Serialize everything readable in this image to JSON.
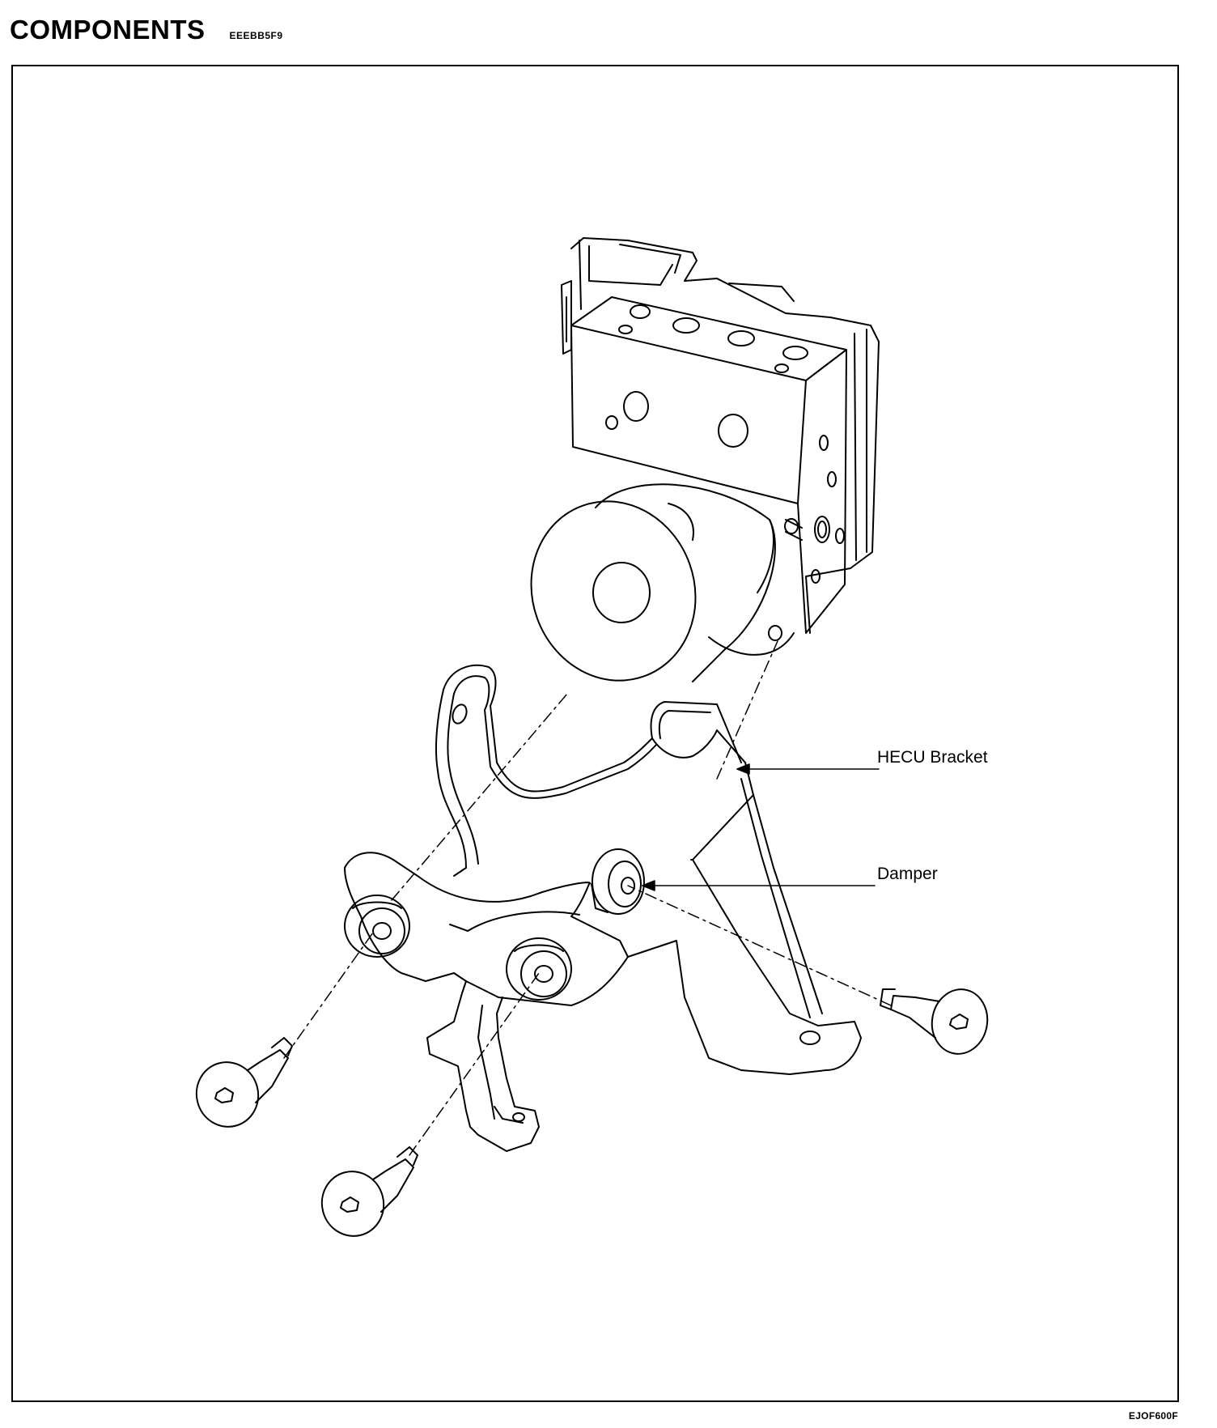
{
  "header": {
    "title": "COMPONENTS",
    "code": "EEEBB5F9"
  },
  "labels": {
    "hecu_bracket": "HECU Bracket",
    "damper": "Damper"
  },
  "figure_id": "EJOF600F"
}
